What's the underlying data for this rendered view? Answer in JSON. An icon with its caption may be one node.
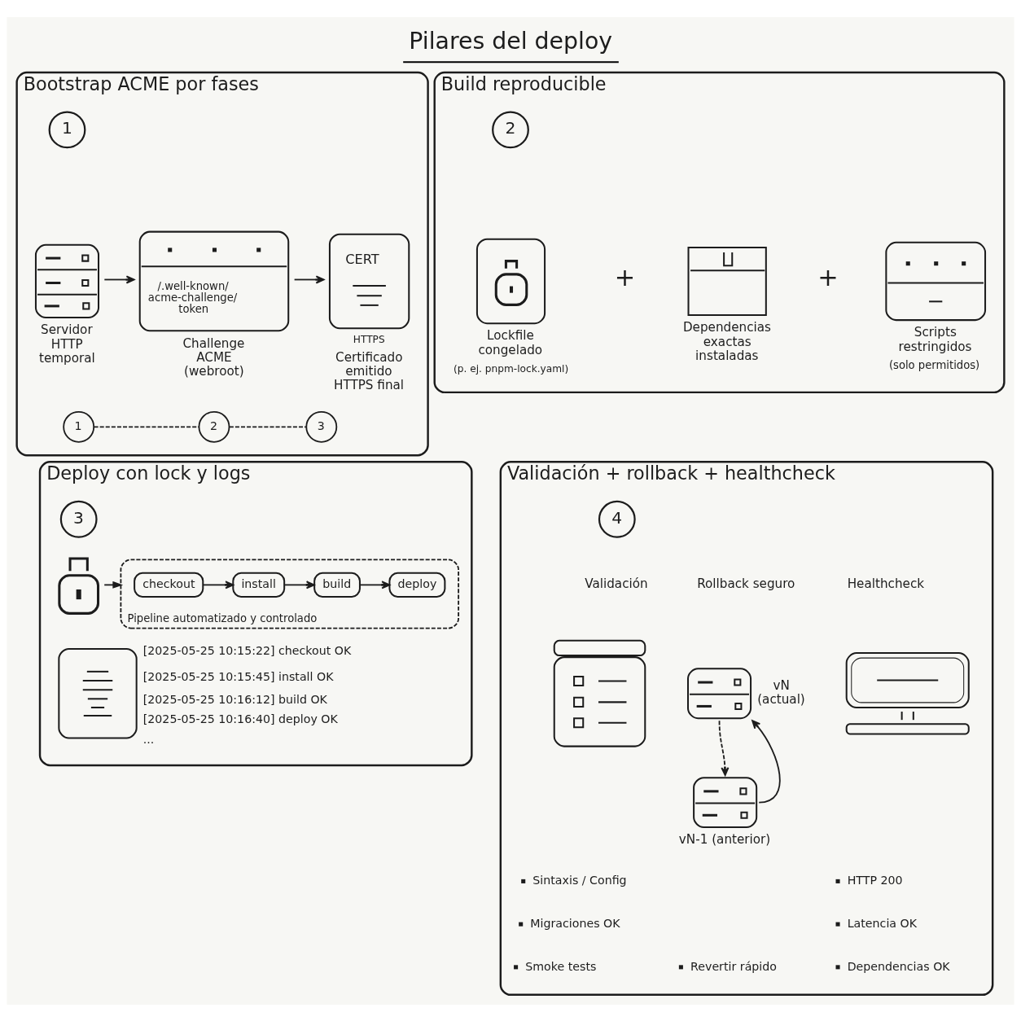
{
  "diagram": {
    "title": "Pilares del deploy",
    "nodes": [
      {
        "text": [
          "Bootstrap ACME por fases"
        ]
      },
      {
        "text": [
          "1"
        ],
        "in": 0
      },
      {
        "text": [],
        "shape": "picture",
        "beside": [
          "Servidor HTTP temporal"
        ],
        "in": 0
      },
      {
        "text": [
          "/.well-known/ acme-challenge/ token"
        ],
        "beside": [
          "Challenge ACME (webroot)"
        ],
        "in": 0
      },
      {
        "text": [
          "CERT"
        ],
        "beside": [
          "HTTPS",
          "Certificado emitido HTTPS final"
        ],
        "in": 0
      },
      {
        "text": [
          "1"
        ],
        "in": 0
      },
      {
        "text": [
          "2"
        ],
        "in": 0
      },
      {
        "text": [
          "3"
        ],
        "in": 0
      },
      {
        "text": [
          "Build reproducible"
        ]
      },
      {
        "text": [
          "2"
        ],
        "in": 8
      },
      {
        "text": [],
        "shape": "picture",
        "beside": [
          "Lockfile congelado",
          "(p. ej. pnpm-lock.yaml)"
        ],
        "in": 8
      },
      {
        "text": [],
        "shape": "picture",
        "beside": [
          "Dependencias exactas instaladas"
        ],
        "in": 8
      },
      {
        "text": [],
        "shape": "picture",
        "beside": [
          "Scripts restringidos",
          "(solo permitidos)"
        ],
        "in": 8
      },
      {
        "text": [
          "Deploy con lock y logs"
        ]
      },
      {
        "text": [
          "3"
        ],
        "in": 13
      },
      {
        "text": [],
        "shape": "picture",
        "in": 13
      },
      {
        "text": [
          "Pipeline automatizado y controlado"
        ],
        "in": 13
      },
      {
        "text": [
          "checkout"
        ],
        "in": 16
      },
      {
        "text": [
          "install"
        ],
        "in": 16
      },
      {
        "text": [
          "build"
        ],
        "in": 16
      },
      {
        "text": [
          "deploy"
        ],
        "in": 16
      },
      {
        "text": [],
        "shape": "picture",
        "beside": [
          "[2025-05-25 10:15:22] checkout OK",
          "[2025-05-25 10:15:45] install OK",
          "[2025-05-25 10:16:12] build OK",
          "[2025-05-25 10:16:40] deploy OK",
          "..."
        ],
        "in": 13
      },
      {
        "text": [
          "Validación + rollback + healthcheck"
        ]
      },
      {
        "text": [
          "4"
        ],
        "in": 22
      },
      {
        "text": [],
        "shape": "picture",
        "in": 22
      },
      {
        "text": [],
        "shape": "picture",
        "beside": [
          "vN (actual)"
        ],
        "in": 22
      },
      {
        "text": [],
        "shape": "picture",
        "beside": [
          "vN-1 (anterior)"
        ],
        "in": 22
      },
      {
        "text": [],
        "shape": "picture",
        "in": 22
      }
    ],
    "edges": [
      {
        "from": 2,
        "to": 3,
        "arrow": "to"
      },
      {
        "from": 3,
        "to": 4,
        "arrow": "to"
      },
      {
        "from": 5,
        "to": 6,
        "arrow": "none",
        "style": "dashed"
      },
      {
        "from": 6,
        "to": 7,
        "arrow": "none",
        "style": "dashed"
      },
      {
        "from": 15,
        "to": 16,
        "arrow": "to"
      },
      {
        "from": 17,
        "to": 18,
        "arrow": "to"
      },
      {
        "from": 18,
        "to": 19,
        "arrow": "to"
      },
      {
        "from": 19,
        "to": 20,
        "arrow": "to"
      },
      {
        "from": 25,
        "to": 26,
        "arrow": "to",
        "style": "dashed"
      },
      {
        "from": 26,
        "to": 25,
        "arrow": "to"
      }
    ],
    "labels": [
      "+",
      "+",
      "Validación",
      "Rollback seguro",
      "Healthcheck",
      "Sintaxis / Config",
      "Migraciones OK",
      "Smoke tests",
      "Revertir rápido",
      "HTTP 200",
      "Latencia OK",
      "Dependencias OK"
    ]
  }
}
